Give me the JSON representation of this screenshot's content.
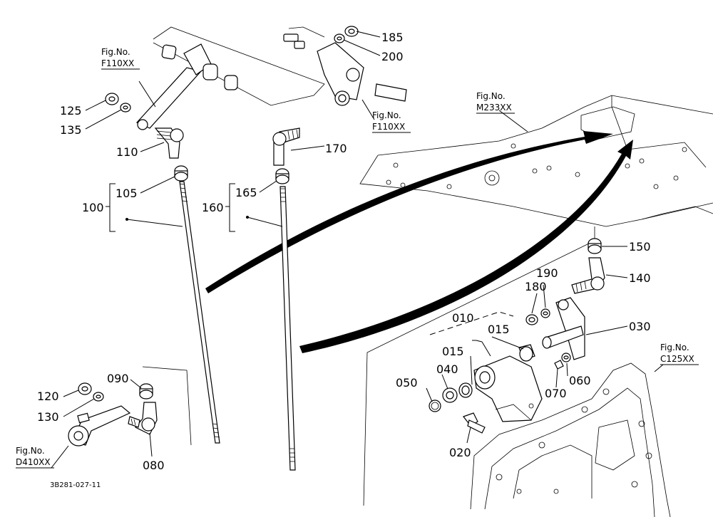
{
  "figure_refs": {
    "f110_top": {
      "line1": "Fig.No.",
      "line2": "F110XX"
    },
    "f110_mid": {
      "line1": "Fig.No.",
      "line2": "F110XX"
    },
    "m233": {
      "line1": "Fig.No.",
      "line2": "M233XX"
    },
    "c125": {
      "line1": "Fig.No.",
      "line2": "C125XX"
    },
    "d410": {
      "line1": "Fig.No.",
      "line2": "D410XX"
    }
  },
  "parts": {
    "p185": "185",
    "p200": "200",
    "p125": "125",
    "p135": "135",
    "p110": "110",
    "p170": "170",
    "p105": "105",
    "p165": "165",
    "p100": "100",
    "p160": "160",
    "p150": "150",
    "p140": "140",
    "p180": "180",
    "p190": "190",
    "p010": "010",
    "p015a": "015",
    "p030": "030",
    "p015b": "015",
    "p040": "040",
    "p050": "050",
    "p060": "060",
    "p070": "070",
    "p020": "020",
    "p090": "090",
    "p120": "120",
    "p130": "130",
    "p080": "080"
  },
  "diagram_code": "3B281-027-11"
}
